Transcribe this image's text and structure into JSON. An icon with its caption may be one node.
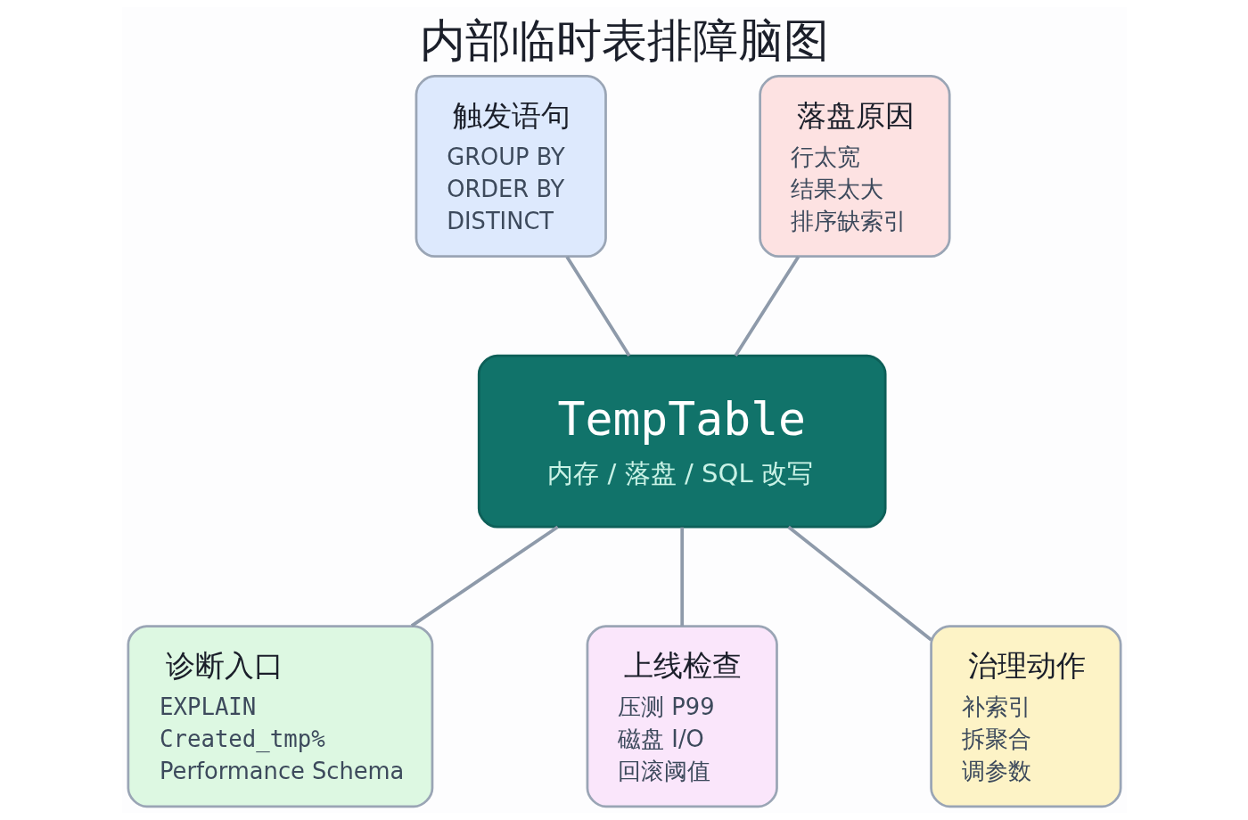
{
  "diagram": {
    "title": "内部临时表排障脑图",
    "nodes": [
      {
        "text": [
          "TempTable",
          "内存 / 落盘 / SQL 改写"
        ]
      },
      {
        "text": [
          "触发语句",
          "GROUP BY",
          "ORDER BY",
          "DISTINCT"
        ]
      },
      {
        "text": [
          "落盘原因",
          "行太宽",
          "结果太大",
          "排序缺索引"
        ]
      },
      {
        "text": [
          "诊断入口",
          "EXPLAIN",
          "Created_tmp%",
          "Performance Schema"
        ]
      },
      {
        "text": [
          "上线检查",
          "压测 P99",
          "磁盘 I/O",
          "回滚阈值"
        ]
      },
      {
        "text": [
          "治理动作",
          "补索引",
          "拆聚合",
          "调参数"
        ]
      }
    ],
    "edges": [
      {
        "from": 0,
        "to": 1,
        "arrow": "none"
      },
      {
        "from": 0,
        "to": 2,
        "arrow": "none"
      },
      {
        "from": 0,
        "to": 3,
        "arrow": "none"
      },
      {
        "from": 0,
        "to": 4,
        "arrow": "none"
      },
      {
        "from": 0,
        "to": 5,
        "arrow": "none"
      }
    ]
  }
}
